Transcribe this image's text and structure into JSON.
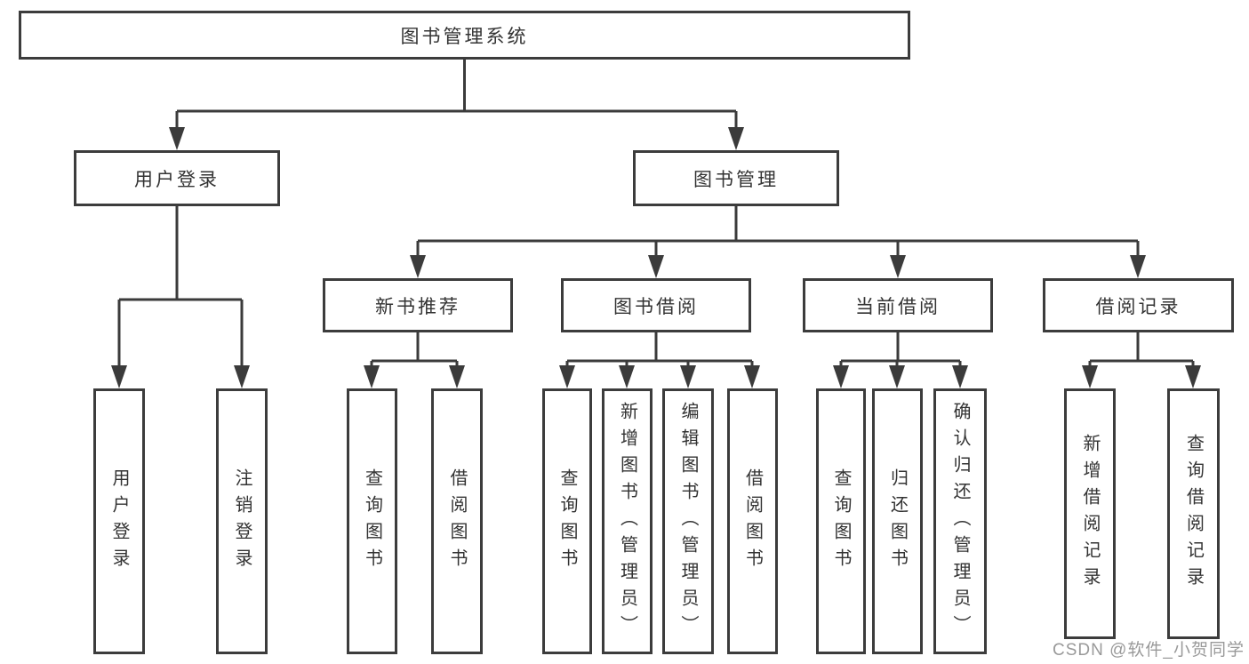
{
  "nodes": {
    "root": {
      "label": "图书管理系统"
    },
    "level2": [
      {
        "label": "用户登录"
      },
      {
        "label": "图书管理"
      }
    ],
    "level3": [
      {
        "label": "新书推荐"
      },
      {
        "label": "图书借阅"
      },
      {
        "label": "当前借阅"
      },
      {
        "label": "借阅记录"
      }
    ],
    "leaves": {
      "user_login": [
        "用户登录",
        "注销登录"
      ],
      "new_book_recommend": [
        "查询图书",
        "借阅图书"
      ],
      "book_borrow": [
        "查询图书",
        "新增图书（管理员）",
        "编辑图书（管理员）",
        "借阅图书"
      ],
      "current_borrow": [
        "查询图书",
        "归还图书",
        "确认归还（管理员）"
      ],
      "borrow_records": [
        "新增借阅记录",
        "查询借阅记录"
      ]
    }
  },
  "watermark": "CSDN @软件_小贺同学",
  "colors": {
    "line": "#3b3b3b",
    "border": "#3c3c3c",
    "text": "#333333",
    "watermark": "#878787",
    "background": "#ffffff"
  }
}
